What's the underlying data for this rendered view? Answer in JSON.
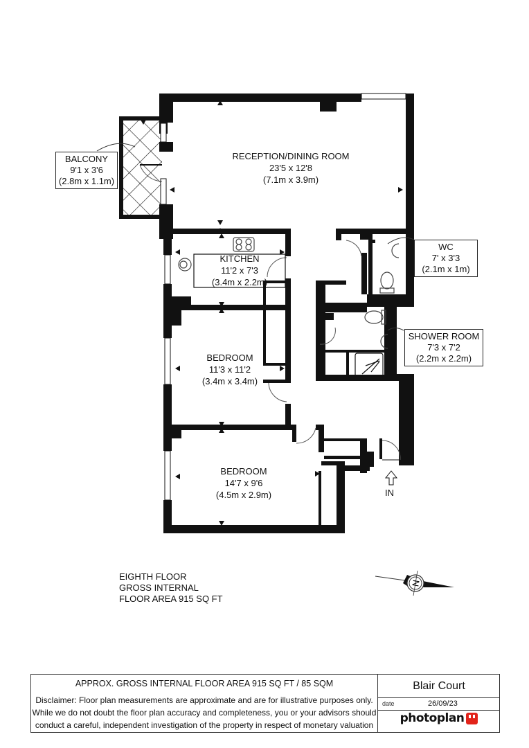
{
  "plan": {
    "rooms": [
      {
        "id": "reception",
        "name": "RECEPTION/DINING ROOM",
        "imperial": "23'5 x 12'8",
        "metric": "(7.1m x 3.9m)"
      },
      {
        "id": "kitchen",
        "name": "KITCHEN",
        "imperial": "11'2 x 7'3",
        "metric": "(3.4m x 2.2m)"
      },
      {
        "id": "bedroom1",
        "name": "BEDROOM",
        "imperial": "11'3 x 11'2",
        "metric": "(3.4m x 3.4m)"
      },
      {
        "id": "bedroom2",
        "name": "BEDROOM",
        "imperial": "14'7 x 9'6",
        "metric": "(4.5m x 2.9m)"
      }
    ],
    "callouts": [
      {
        "id": "balcony",
        "name": "BALCONY",
        "imperial": "9'1 x 3'6",
        "metric": "(2.8m x 1.1m)"
      },
      {
        "id": "wc",
        "name": "WC",
        "imperial": "7' x 3'3",
        "metric": "(2.1m x 1m)"
      },
      {
        "id": "shower",
        "name": "SHOWER ROOM",
        "imperial": "7'3 x 7'2",
        "metric": "(2.2m x 2.2m)"
      }
    ],
    "entrance_label": "IN",
    "compass_letter": "N"
  },
  "floor_info": {
    "line1": "EIGHTH FLOOR",
    "line2": "GROSS INTERNAL",
    "line3": "FLOOR AREA 915 SQ FT"
  },
  "footer": {
    "area_title": "APPROX. GROSS INTERNAL FLOOR AREA 915 SQ FT / 85 SQM",
    "disclaimer_1": "Disclaimer: Floor plan measurements are approximate and are for illustrative purposes only.",
    "disclaimer_2": "While we do not doubt the floor plan accuracy and completeness, you or your advisors should",
    "disclaimer_3": "conduct a careful, independent investigation of the property in respect of monetary valuation",
    "property_name": "Blair Court",
    "date_label": "date",
    "date_value": "26/09/23",
    "brand": "photoplan",
    "brand_color": "#e2231a"
  }
}
